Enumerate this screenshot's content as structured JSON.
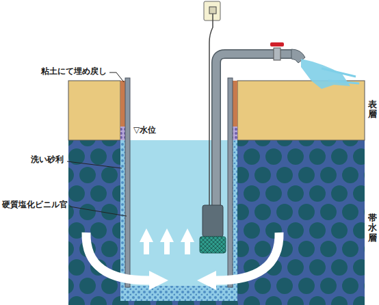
{
  "diagram": {
    "labels": [
      "粘土にて埋め戻し",
      "洗い砂利",
      "硬質塩化ビニル官",
      "▽水位",
      "表層",
      "帯水層"
    ]
  }
}
